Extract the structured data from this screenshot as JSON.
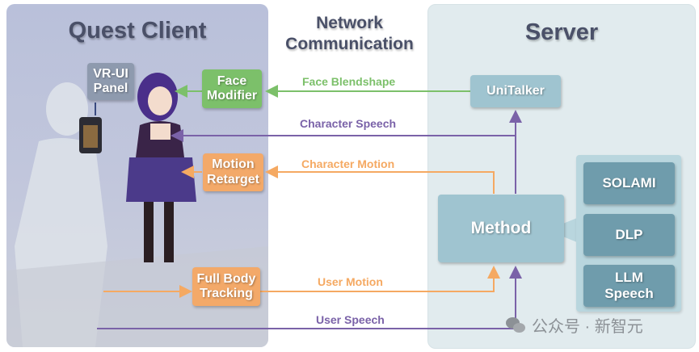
{
  "sections": {
    "client": "Quest Client",
    "network_line1": "Network",
    "network_line2": "Communication",
    "server": "Server"
  },
  "client_boxes": {
    "vr_ui_line1": "VR-UI",
    "vr_ui_line2": "Panel",
    "face_line1": "Face",
    "face_line2": "Modifier",
    "motion_line1": "Motion",
    "motion_line2": "Retarget",
    "tracking_line1": "Full Body",
    "tracking_line2": "Tracking"
  },
  "server_boxes": {
    "unitalker": "UniTalker",
    "method": "Method",
    "methods": [
      "SOLAMI",
      "DLP"
    ],
    "llm_line1": "LLM",
    "llm_line2": "Speech"
  },
  "flows": {
    "face_blendshape": "Face Blendshape",
    "character_speech": "Character Speech",
    "character_motion": "Character Motion",
    "user_motion": "User Motion",
    "user_speech": "User Speech"
  },
  "colors": {
    "green": "#7cc06a",
    "purple": "#7a62a8",
    "orange": "#f5a962"
  },
  "watermark": "公众号 · 新智元"
}
